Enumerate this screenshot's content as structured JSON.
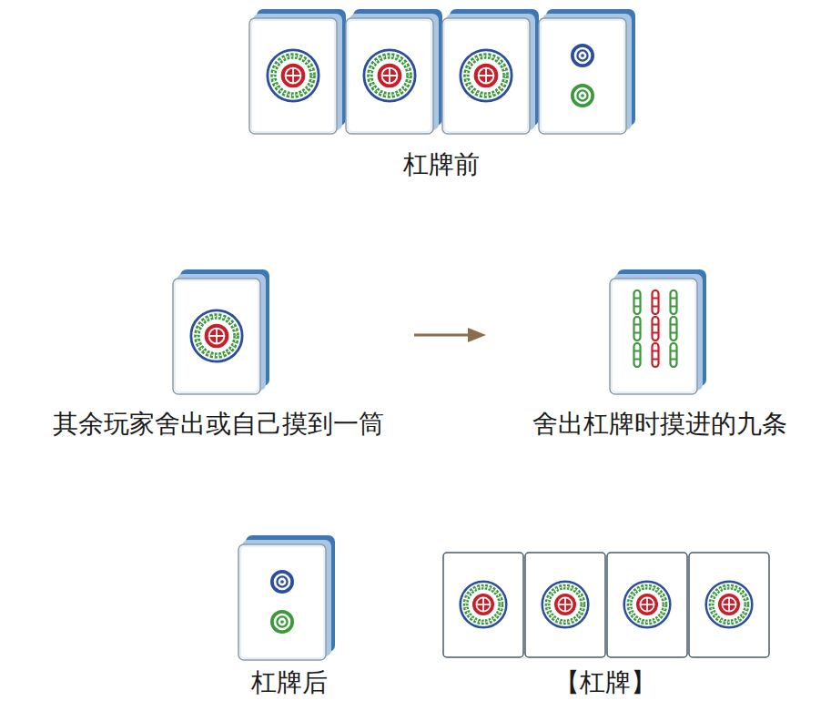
{
  "diagram": {
    "labels": [
      "杠牌前",
      "其余玩家舍出或自己摸到一筒",
      "舍出杠牌时摸进的九条",
      "杠牌后",
      "【杠牌】"
    ]
  }
}
